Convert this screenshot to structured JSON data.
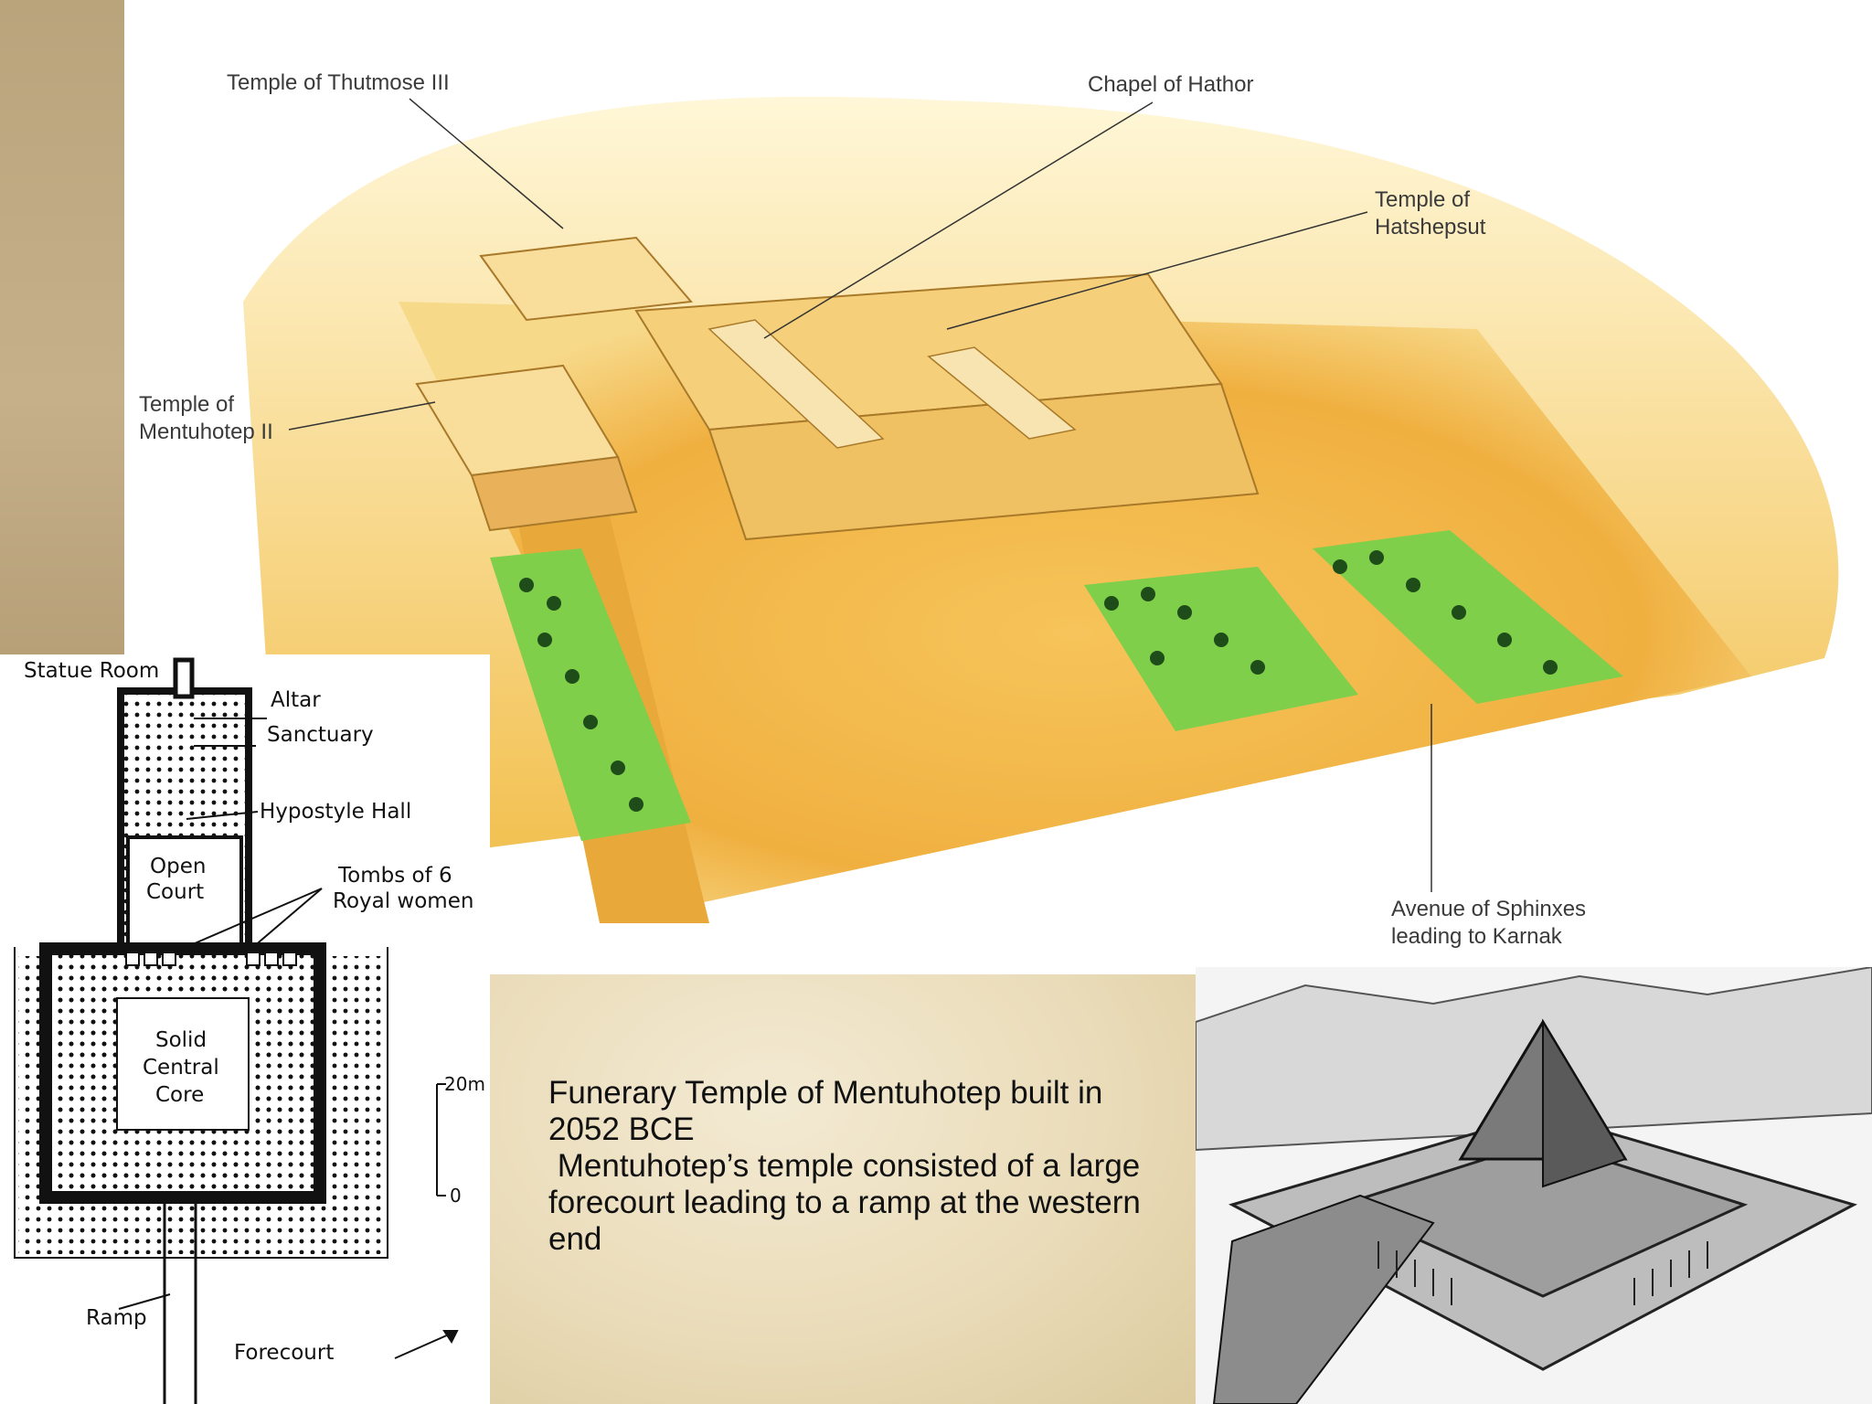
{
  "hero_labels": {
    "thutmose": "Temple of Thutmose III",
    "hathor": "Chapel of Hathor",
    "hatshepsut_1": "Temple of",
    "hatshepsut_2": "Hatshepsut",
    "mentuhotep_1": "Temple of",
    "mentuhotep_2": "Mentuhotep II",
    "avenue_1": "Avenue of Sphinxes",
    "avenue_2": "leading to Karnak"
  },
  "plan_labels": {
    "statue_room": "Statue Room",
    "altar": "Altar",
    "sanctuary": "Sanctuary",
    "hypostyle": "Hypostyle Hall",
    "open_court_1": "Open",
    "open_court_2": "Court",
    "tombs_1": "Tombs of 6",
    "tombs_2": "Royal women",
    "core_1": "Solid",
    "core_2": "Central",
    "core_3": "Core",
    "scale_top": "20m",
    "scale_bottom": "0",
    "ramp": "Ramp",
    "forecourt": "Forecourt"
  },
  "caption": {
    "line1": "Funerary Temple of Mentuhotep built in 2052 BCE",
    "line2": " Mentuhotep’s temple consisted of a large forecourt leading to a ramp at the western end"
  },
  "colors": {
    "gold_bar": "#bba57d",
    "sand": "#f0b84a",
    "garden": "#7fcf4a",
    "caption_bg": "#eadcb9"
  }
}
